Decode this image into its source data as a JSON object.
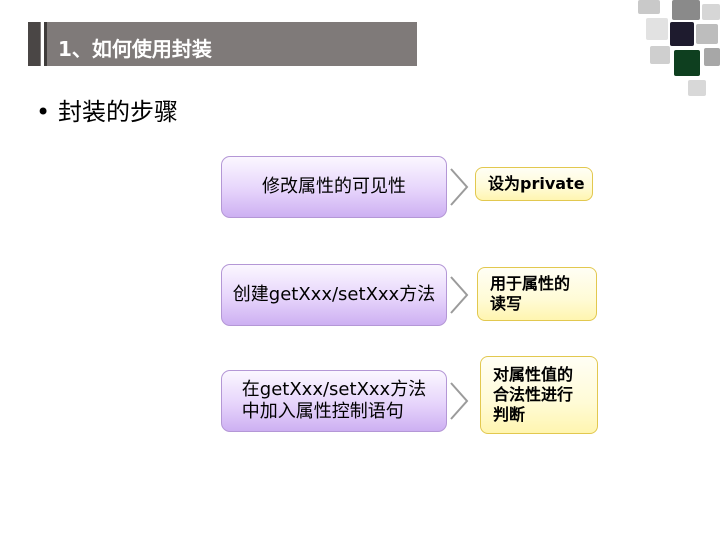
{
  "title_bar": {
    "title": "1、如何使用封装"
  },
  "bullet": {
    "marker": "•",
    "text": "封装的步骤"
  },
  "steps": [
    {
      "label": "修改属性的可见性",
      "note_lines": [
        "设为private"
      ]
    },
    {
      "label": "创建getXxx/setXxx方法",
      "note_lines": [
        "用于属性的",
        "读写"
      ]
    },
    {
      "label_lines": [
        "在getXxx/setXxx方法",
        "中加入属性控制语句"
      ],
      "note_lines": [
        "对属性值的",
        "合法性进行",
        "判断"
      ]
    }
  ],
  "colors": {
    "title_bg": "#7f7a79",
    "step_fill": "#e6d4fb",
    "step_border": "#b497d6",
    "note_fill": "#fffbd6",
    "note_border": "#e2c84f"
  }
}
